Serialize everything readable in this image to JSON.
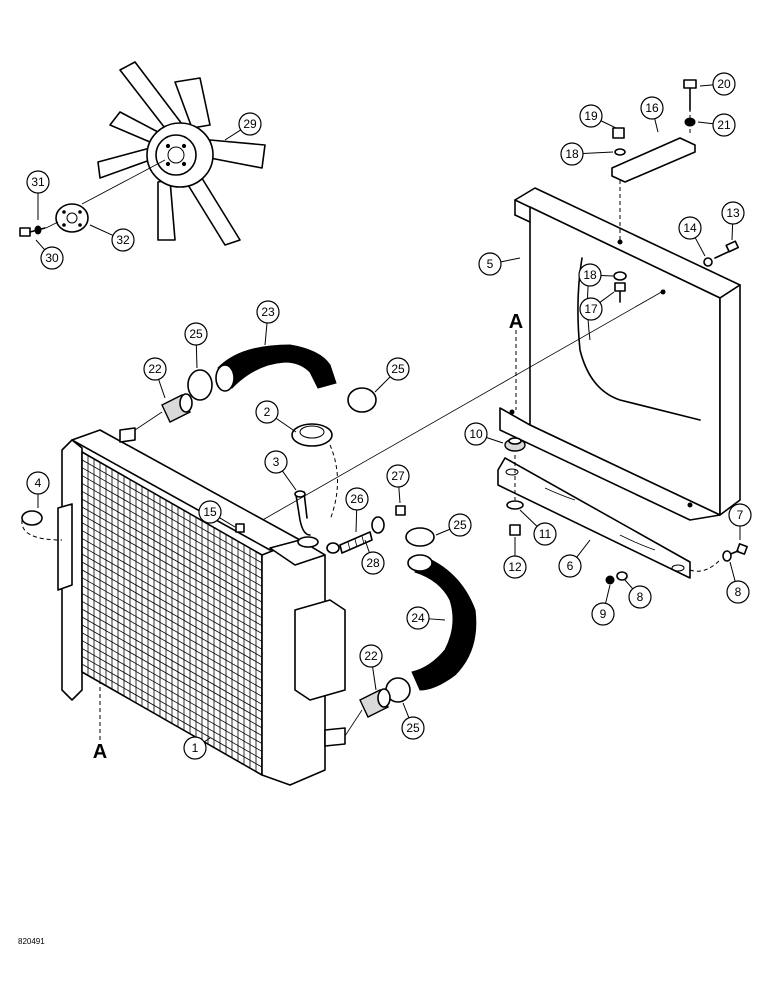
{
  "diagram": {
    "drawing_number": "820491",
    "section_labels": [
      "A",
      "A"
    ],
    "callouts": [
      "1",
      "2",
      "3",
      "4",
      "5",
      "6",
      "7",
      "8",
      "8",
      "9",
      "10",
      "11",
      "12",
      "13",
      "14",
      "15",
      "16",
      "17",
      "18",
      "18",
      "19",
      "20",
      "21",
      "22",
      "22",
      "23",
      "24",
      "25",
      "25",
      "25",
      "25",
      "26",
      "27",
      "28",
      "29",
      "30",
      "31",
      "32"
    ]
  }
}
